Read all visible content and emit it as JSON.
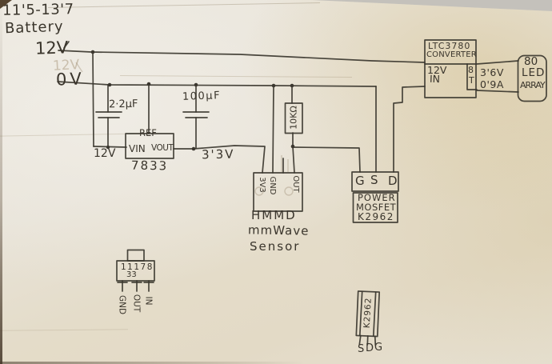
{
  "colors": {
    "ink": "#3a352c",
    "paper": "#e8e3d8"
  },
  "battery": {
    "range": "11'5-13'7",
    "label": "Battery",
    "positive": "12V",
    "negative": "0V",
    "erased": "12V"
  },
  "caps": {
    "c1": "2·2μF",
    "c2": "100μF"
  },
  "regulator": {
    "ref_pin": "REF",
    "vin_pin": "VIN",
    "vout_pin": "VOUT",
    "part": "7833",
    "in_label": "12V",
    "out_label": "3'3V"
  },
  "resistor": {
    "value": "10KΩ"
  },
  "sensor": {
    "pin_3v3": "3V3",
    "pin_gnd": "GND",
    "pin_out": "OUT",
    "name1": "HMMD",
    "name2": "mmWave",
    "name3": "Sensor"
  },
  "mosfet": {
    "pin_g": "G",
    "pin_s": "S",
    "pin_d": "D",
    "line1": "POWER",
    "line2": "MOSFET",
    "line3": "K2962"
  },
  "converter": {
    "name1": "LTC3780",
    "name2": "CONVERTER",
    "in1": "12V",
    "in2": "IN",
    "out_pin1": "8",
    "out_pin2": "T",
    "spec_v": "3'6V",
    "spec_a": "0'9A"
  },
  "led": {
    "line1": "80",
    "line2": "LED",
    "line3": "ARRAY"
  },
  "pkg1117": {
    "mark1": "11178",
    "mark2": "33",
    "pin1": "GND",
    "pin2": "OUT",
    "pin3": "IN"
  },
  "pkg2962": {
    "mark": "K2962",
    "pin1": "S",
    "pin2": "D",
    "pin3": "G"
  }
}
